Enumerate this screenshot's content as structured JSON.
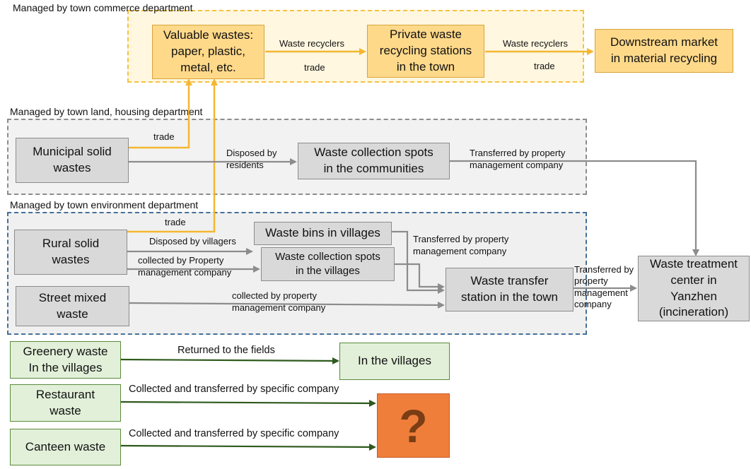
{
  "regions": {
    "commerce": "Managed by town commerce department",
    "land_housing": "Managed by town land, housing department",
    "environment": "Managed by town environment department"
  },
  "nodes": {
    "valuable_wastes": [
      "Valuable wastes:",
      "paper, plastic,",
      "metal, etc."
    ],
    "private_stations": [
      "Private waste",
      "recycling stations",
      "in the town"
    ],
    "downstream_market": [
      "Downstream market",
      "in material recycling"
    ],
    "municipal_solid": [
      "Municipal solid",
      "wastes"
    ],
    "collection_communities": [
      "Waste collection spots",
      "in the communities"
    ],
    "rural_solid": [
      "Rural solid",
      "wastes"
    ],
    "bins_villages": [
      "Waste bins in villages"
    ],
    "collection_villages": [
      "Waste collection spots",
      "in the villages"
    ],
    "street_mixed": [
      "Street mixed",
      "waste"
    ],
    "transfer_station": [
      "Waste transfer",
      "station in the town"
    ],
    "treatment_center": [
      "Waste treatment",
      "center in",
      "Yanzhen",
      "(incineration)"
    ],
    "greenery_waste": [
      "Greenery waste",
      "In the villages"
    ],
    "in_villages": [
      "In the villages"
    ],
    "restaurant_waste": [
      "Restaurant",
      "waste"
    ],
    "canteen_waste": [
      "Canteen waste"
    ],
    "unknown": [
      "?"
    ]
  },
  "edges": {
    "recyclers_1_top": "Waste recyclers",
    "recyclers_1_bottom": "trade",
    "recyclers_2_top": "Waste recyclers",
    "recyclers_2_bottom": "trade",
    "municipal_trade": "trade",
    "disposed_residents": [
      "Disposed by",
      "residents"
    ],
    "transferred_property_1": [
      "Transferred by property",
      "management company"
    ],
    "rural_trade": "trade",
    "disposed_villagers": "Disposed by villagers",
    "collected_property_1": [
      "collected by Property",
      "management company"
    ],
    "transferred_property_2": [
      "Transferred by property",
      "management company"
    ],
    "collected_property_2": [
      "collected by property",
      "management company"
    ],
    "transferred_property_3": [
      "Transferred by",
      "property",
      "management",
      "company"
    ],
    "returned_fields": "Returned to the fields",
    "specific_company_1": "Collected and transferred by specific company",
    "specific_company_2": "Collected and transferred by specific company"
  },
  "colors": {
    "yellow_fill": "#ffd98a",
    "gray_fill": "#d9d9d9",
    "green_fill": "#e2f0d9",
    "orange_fill": "#ef7e3b",
    "yellow_line": "#f5b731",
    "gray_line": "#8c8c8c",
    "green_line": "#2e5a1c"
  }
}
